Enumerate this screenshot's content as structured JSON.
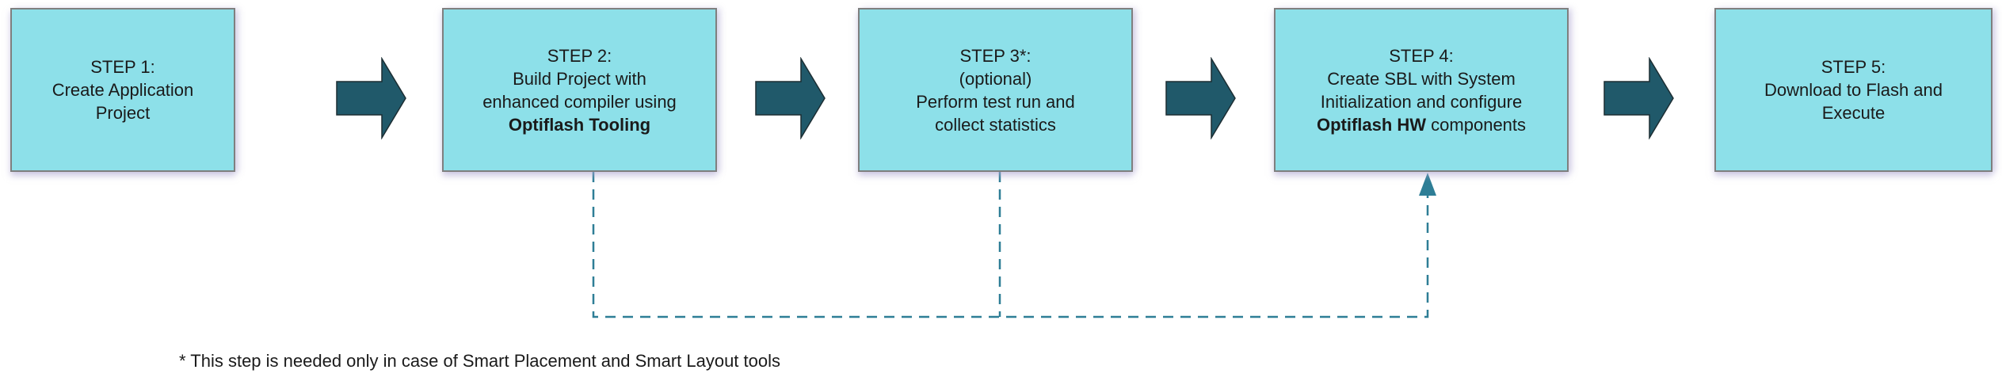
{
  "flow": {
    "steps": [
      {
        "name": "step-1",
        "lines": [
          "STEP 1:",
          "Create Application",
          "Project"
        ]
      },
      {
        "name": "step-2",
        "lines": [
          "STEP 2:",
          "Build Project with",
          "enhanced compiler using",
          "Optiflash Tooling"
        ]
      },
      {
        "name": "step-3",
        "lines": [
          "STEP 3*:",
          "(optional)",
          "Perform test run and",
          "collect statistics"
        ]
      },
      {
        "name": "step-4",
        "lines": [
          "STEP 4:",
          "Create SBL with System",
          "Initialization and configure"
        ],
        "bold_part": "Optiflash HW",
        "regular_part": " components"
      },
      {
        "name": "step-5",
        "lines": [
          "STEP 5:",
          "Download to Flash and",
          "Execute"
        ]
      }
    ],
    "footnote": "* This step is needed only in case of Smart Placement and Smart Layout tools",
    "colors": {
      "box_fill": "#8DE0E9",
      "box_border": "#7F7F7F",
      "arrow_fill": "#20596A",
      "arrow_outline": "#1C2E33",
      "connector_dashed": "#2E7E96",
      "text": "#1A1A1A",
      "shadow_glow": "#ADA5D2"
    }
  }
}
